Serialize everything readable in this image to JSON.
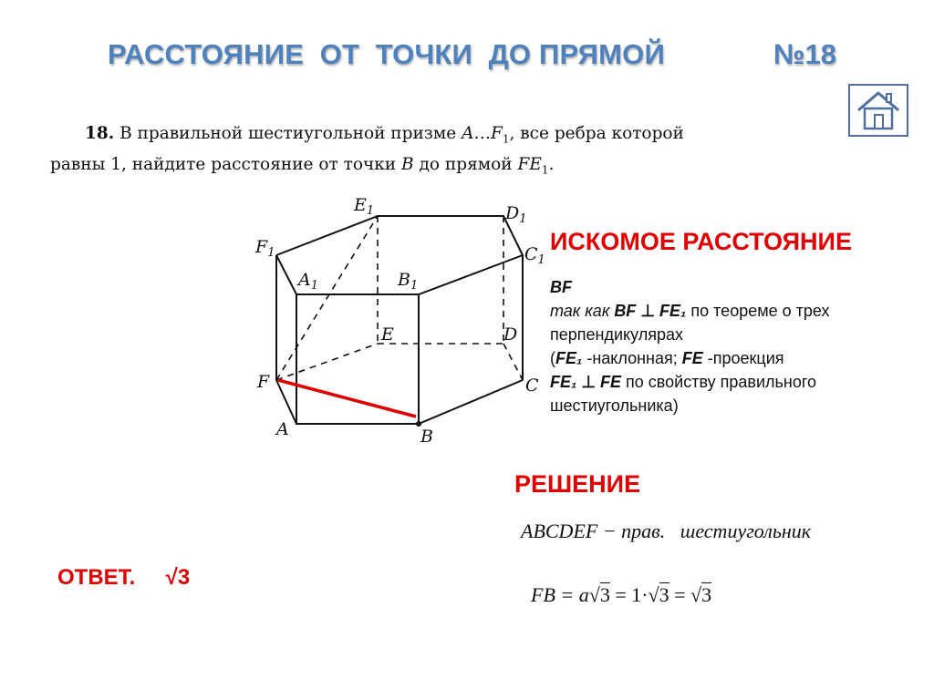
{
  "header": {
    "title": "РАССТОЯНИЕ  ОТ  ТОЧКИ  ДО ПРЯМОЙ",
    "number": "№18"
  },
  "nav": {
    "home_icon": "home-icon"
  },
  "problem": {
    "number": "18.",
    "line1_text": " В правильной шестиугольной призме ",
    "prism": "A…F",
    "prism_sub": "1",
    "line1_tail": ", все ребра которой",
    "line2_text": "равны 1, найдите расстояние от точки ",
    "point": "B",
    "line2_mid": " до прямой ",
    "line": "FE",
    "line_sub": "1",
    "line2_end": "."
  },
  "figure": {
    "labels": {
      "E1": "E",
      "D1": "D",
      "F1": "F",
      "C1": "C",
      "A1": "A",
      "B1": "B",
      "E": "E",
      "D": "D",
      "F": "F",
      "C": "C",
      "A": "A",
      "B": "B",
      "sub": "1"
    },
    "highlight_color": "#e00000"
  },
  "sought": {
    "heading": "ИСКОМОЕ РАССТОЯНИЕ",
    "answer_segment": "BF",
    "because_prefix": "так как ",
    "bf": "BF",
    "perp": "⊥",
    "fe1": "FE₁",
    "because_suffix": " по теореме о трех",
    "line2": "перпендикулярах",
    "p3_open": " (",
    "p3_fe1": "FE₁",
    "p3_mid": " -наклонная; ",
    "p3_fe": "FE",
    "p3_end": " -проекция",
    "p4_fe1": " FE₁",
    "p4_perp": " ⊥ ",
    "p4_fe": "FE",
    "p4_end": " по свойству правильного",
    "line5": "шестиугольника)"
  },
  "solution": {
    "heading": "РЕШЕНИЕ",
    "formula1": "ABCDEF − прав.   шестиугольник",
    "formula2_lhs": "FB = a",
    "formula2_rad1": "3",
    "formula2_mid": " = 1·",
    "formula2_rad2": "3",
    "formula2_eq": " = ",
    "formula2_rad3": "3"
  },
  "answer": {
    "label": "ОТВЕТ.",
    "value": "√3"
  }
}
